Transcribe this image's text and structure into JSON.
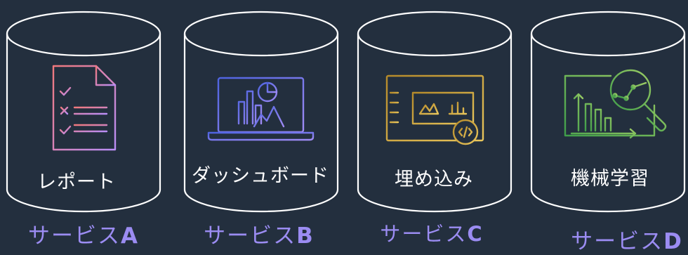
{
  "cylinders": [
    {
      "label": "レポート",
      "service_prefix": "サービス",
      "service_letter": "A",
      "icon": "report-checklist-icon",
      "colors": [
        "#f0787c",
        "#b98ef7"
      ]
    },
    {
      "label": "ダッシュボード",
      "service_prefix": "サービス",
      "service_letter": "B",
      "icon": "dashboard-laptop-icon",
      "colors": [
        "#6b79f5",
        "#9b8cf2"
      ]
    },
    {
      "label": "埋め込み",
      "service_prefix": "サービス",
      "service_letter": "C",
      "icon": "embed-window-code-icon",
      "colors": [
        "#c9a33b",
        "#e8c75a"
      ]
    },
    {
      "label": "機械学習",
      "service_prefix": "サービス",
      "service_letter": "D",
      "icon": "machine-learning-analytics-icon",
      "colors": [
        "#4caf50",
        "#8bc34a"
      ]
    }
  ]
}
